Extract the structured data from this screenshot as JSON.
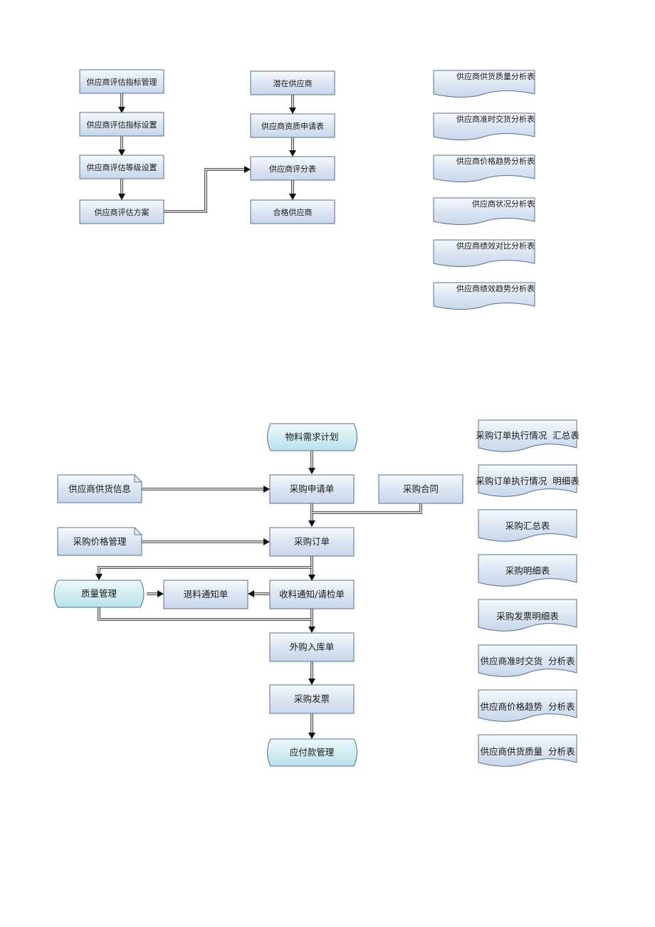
{
  "colors": {
    "box_top": "#f7f9fd",
    "box_mid": "#dce6f3",
    "box_bottom": "#c9d7ea",
    "box_stroke": "#5a6f8c",
    "terminal_top": "#eef9fb",
    "terminal_bottom": "#b9e1ea",
    "connector": "#2a2a2a"
  },
  "evaluation_flow": {
    "n1": "供应商评估指标管理",
    "n2": "供应商评估指标设置",
    "n3": "供应商评估等级设置",
    "n4": "供应商评估方案"
  },
  "qualification_flow": {
    "n1": "潜在供应商",
    "n2": "供应商资质申请表",
    "n3": "供应商评分表",
    "n4": "合格供应商"
  },
  "supplier_reports": [
    "供应商供货质量分析表",
    "供应商准时交货分析表",
    "供应商价格趋势分析表",
    "供应商状况分析表",
    "供应商绩效对比分析表",
    "供应商绩效趋势分析表"
  ],
  "purchase_flow": {
    "material_plan": "物料需求计划",
    "supply_info": "供应商供货信息",
    "request": "采购申请单",
    "contract": "采购合同",
    "price_mgmt": "采购价格管理",
    "order": "采购订单",
    "quality": "质量管理",
    "return_notice": "退料通知单",
    "receive_notice": "收料通知/请检单",
    "warehouse_in": "外购入库单",
    "invoice": "采购发票",
    "payable": "应付款管理"
  },
  "purchase_reports": [
    "采购订单执行情况  汇总表",
    "采购订单执行情况  明细表",
    "采购汇总表",
    "采购明细表",
    "采购发票明细表",
    "供应商准时交货  分析表",
    "供应商价格趋势  分析表",
    "供应商供货质量  分析表"
  ]
}
